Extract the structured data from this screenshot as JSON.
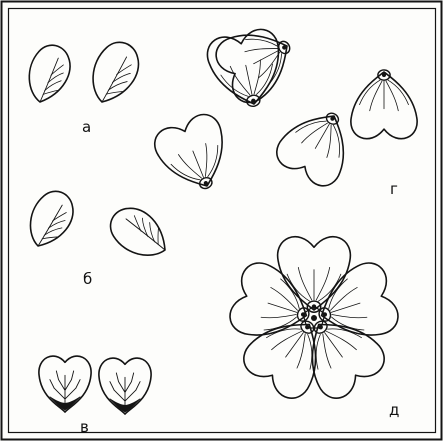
{
  "labels": {
    "a": "а",
    "b": "б",
    "v": "в",
    "g": "г",
    "d": "д"
  },
  "colors": {
    "ink": "#141414",
    "paper": "#fdfdfb"
  }
}
